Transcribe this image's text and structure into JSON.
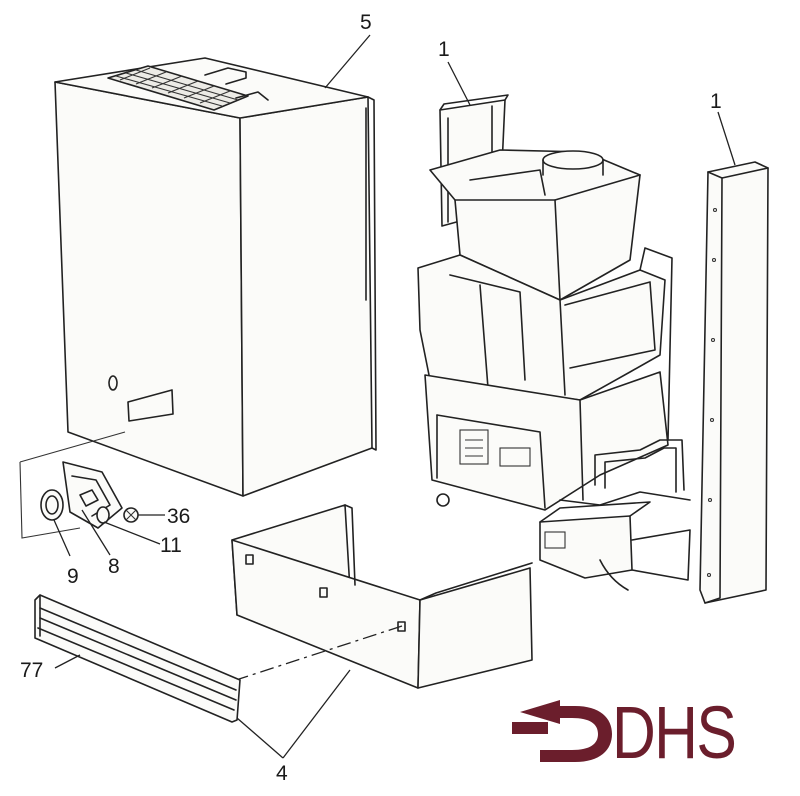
{
  "labels": {
    "casing": "5",
    "side_bracket_left": "1",
    "side_bracket_right": "1",
    "grommet_small": "36",
    "knob_spindle": "11",
    "spring_clip": "8",
    "seal_ring": "9",
    "trim_strip": "77",
    "bottom_panel": "4"
  },
  "logo": {
    "text": "DHS",
    "color": "#6b1e2c"
  },
  "colors": {
    "line": "#222222",
    "paper": "#ffffff"
  }
}
